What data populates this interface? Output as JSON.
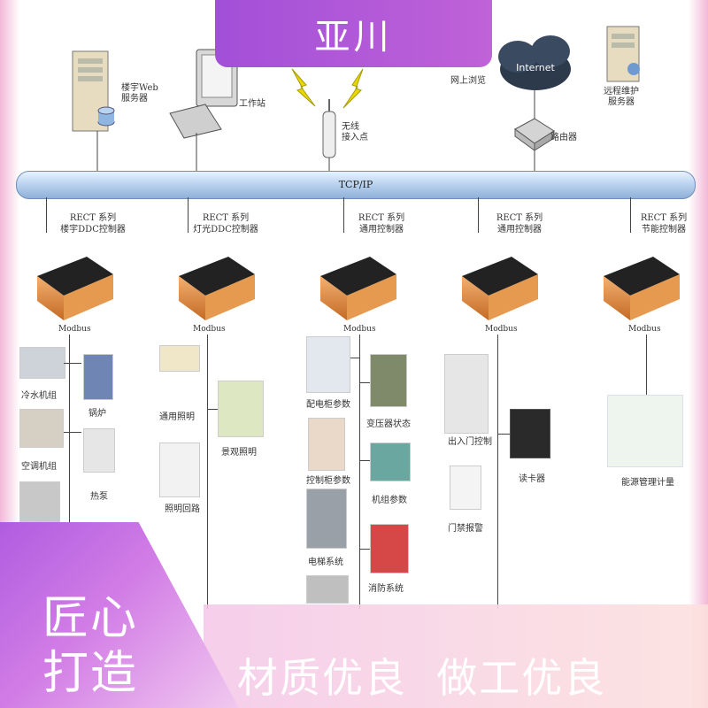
{
  "brand": "亚川",
  "top_nodes": {
    "web_server": "楼宇Web\n服务器",
    "workstation": "工作站",
    "wireless_ap": "无线\n接入点",
    "internet": "Internet",
    "online_browse": "网上浏览",
    "remote_server": "远程维护\n服务器",
    "router": "路由器"
  },
  "bus_label": "TCP/IP",
  "controllers": [
    {
      "title": "RECT 系列\n楼宇DDC控制器",
      "protocol": "Modbus"
    },
    {
      "title": "RECT 系列\n灯光DDC控制器",
      "protocol": "Modbus"
    },
    {
      "title": "RECT 系列\n通用控制器",
      "protocol": "Modbus"
    },
    {
      "title": "RECT 系列\n通用控制器",
      "protocol": "Modbus"
    },
    {
      "title": "RECT 系列\n节能控制器",
      "protocol": "Modbus"
    }
  ],
  "devices": {
    "chiller": "冷水机组",
    "boiler": "锅炉",
    "ahu": "空调机组",
    "heat_pump": "热泵",
    "general_lighting": "通用照明",
    "landscape_lighting": "景观照明",
    "lighting_circuit": "照明回路",
    "power_cabinet": "配电柜参数",
    "transformer": "变压器状态",
    "control_cabinet": "控制柜参数",
    "unit_params": "机组参数",
    "elevator": "电梯系统",
    "fire": "消防系统",
    "access": "出入门控制",
    "card_reader": "读卡器",
    "door_alarm": "门禁报警",
    "energy": "能源管理计量"
  },
  "slogans": {
    "left": "匠心\n打造",
    "bottom": "材质优良  做工优良"
  },
  "colors": {
    "brand_purple": "#a24fd8",
    "bus_blue": "#b7d0ee",
    "controller_orange": "#e08a3c"
  }
}
